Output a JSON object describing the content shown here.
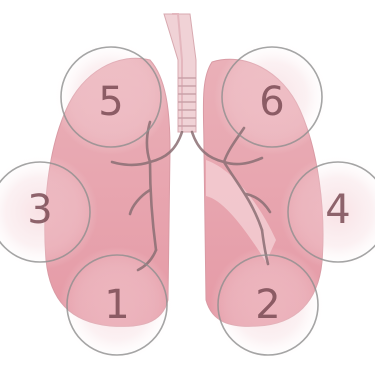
{
  "zones": [
    {
      "id": "1",
      "label": "1"
    },
    {
      "id": "2",
      "label": "2"
    },
    {
      "id": "3",
      "label": "3"
    },
    {
      "id": "4",
      "label": "4"
    },
    {
      "id": "5",
      "label": "5"
    },
    {
      "id": "6",
      "label": "6"
    }
  ],
  "colors": {
    "lung_fill": "#e9a3ad",
    "lung_light": "#f3c5cc",
    "halo_fill": "#f7dde1",
    "ring_stroke": "#8f8f8f",
    "airway": "#8b6f74",
    "trachea_fill": "#f0d2d6",
    "number_fill": "#7a4b55"
  }
}
